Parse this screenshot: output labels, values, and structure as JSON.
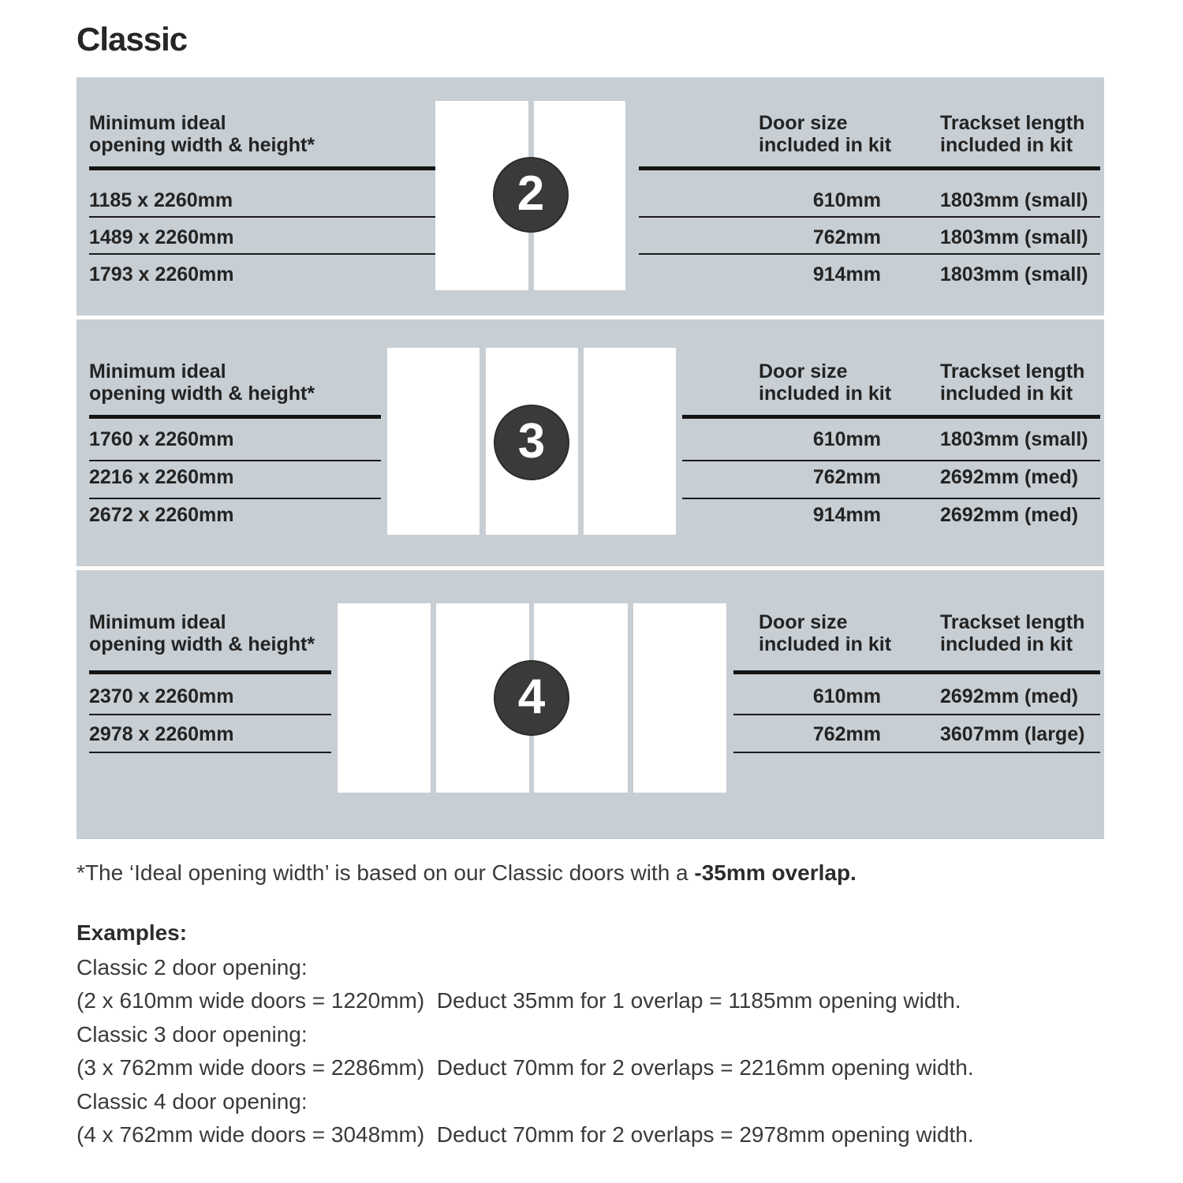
{
  "title": "Classic",
  "headers": {
    "opening": "Minimum ideal\nopening width & height*",
    "door_size": "Door size\nincluded in kit",
    "trackset": "Trackset length\nincluded in kit"
  },
  "colors": {
    "panel_bg": "#c7ced4",
    "badge_bg": "#3a3a38",
    "door_fill": "#ffffff",
    "text": "#232323"
  },
  "panels": [
    {
      "badge": "2",
      "rows": [
        {
          "opening": "1185 x 2260mm",
          "door_size": "610mm",
          "trackset": "1803mm (small)"
        },
        {
          "opening": "1489 x 2260mm",
          "door_size": "762mm",
          "trackset": "1803mm (small)"
        },
        {
          "opening": "1793 x 2260mm",
          "door_size": "914mm",
          "trackset": "1803mm (small)"
        }
      ]
    },
    {
      "badge": "3",
      "rows": [
        {
          "opening": "1760 x 2260mm",
          "door_size": "610mm",
          "trackset": "1803mm (small)"
        },
        {
          "opening": "2216 x 2260mm",
          "door_size": "762mm",
          "trackset": "2692mm (med)"
        },
        {
          "opening": "2672 x 2260mm",
          "door_size": "914mm",
          "trackset": "2692mm (med)"
        }
      ]
    },
    {
      "badge": "4",
      "rows": [
        {
          "opening": "2370 x 2260mm",
          "door_size": "610mm",
          "trackset": "2692mm (med)"
        },
        {
          "opening": "2978 x 2260mm",
          "door_size": "762mm",
          "trackset": "3607mm (large)"
        }
      ]
    }
  ],
  "footnote": {
    "prefix": "*The ‘Ideal opening width’ is based on our Classic doors with a ",
    "bold": "-35mm overlap."
  },
  "examples": {
    "heading": "Examples:",
    "lines": [
      "Classic 2 door opening:",
      "(2 x 610mm wide doors = 1220mm)  Deduct 35mm for 1 overlap = 1185mm opening width.",
      "Classic 3 door opening:",
      "(3 x 762mm wide doors = 2286mm)  Deduct 70mm for 2 overlaps = 2216mm opening width.",
      "Classic 4 door opening:",
      "(4 x 762mm wide doors = 3048mm)  Deduct 70mm for 2 overlaps = 2978mm opening width."
    ]
  }
}
